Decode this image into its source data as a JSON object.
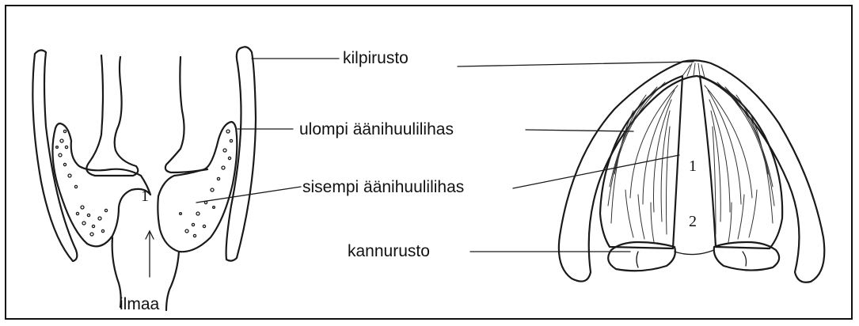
{
  "labels": {
    "kilpirusto": "kilpirusto",
    "ulompi": "ulompi äänihuulilihas",
    "sisempi": "sisempi äänihuulilihas",
    "kannurusto": "kannurusto",
    "ilmaa": "ilmaa"
  },
  "numbers": {
    "left_glottis": "1",
    "right_glottis": "1",
    "right_two": "2"
  },
  "colors": {
    "ink": "#1a1a1a",
    "background": "#ffffff"
  }
}
